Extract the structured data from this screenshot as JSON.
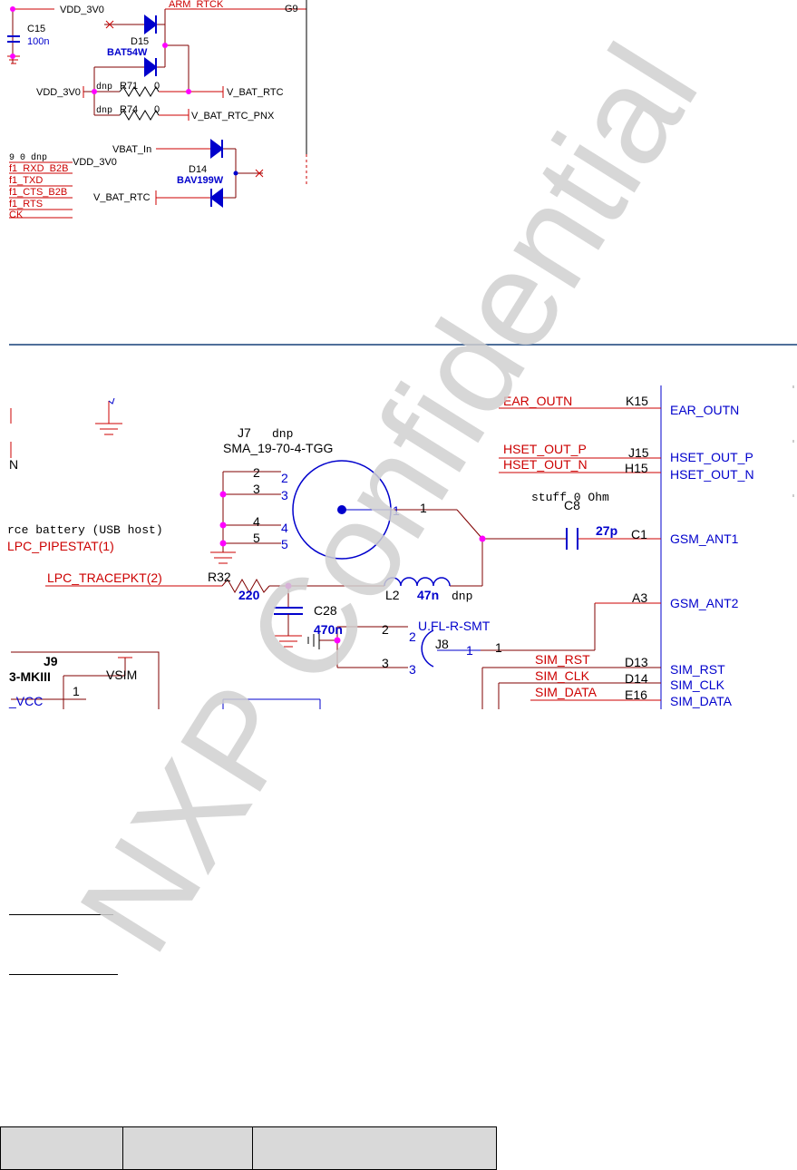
{
  "watermark": {
    "text": "NXP Confidential",
    "color": "#d0d0d0"
  },
  "colors": {
    "wire_red": "#cc0000",
    "wire_dark": "#800000",
    "part_blue": "#0000cc",
    "node_magenta": "#ff00ff",
    "divider": "#4f6f9a",
    "table_fill": "#d9d9d9"
  },
  "schematic_top": {
    "net_vdd_top": "VDD_3V0",
    "c15_ref": "C15",
    "c15_val": "100n",
    "net_arm_rtck": "ARM_RTCK",
    "pin_g9": "G9",
    "d15_ref": "D15",
    "d15_part": "BAT54W",
    "net_vdd_mid": "VDD_3V0",
    "r71_dnp": "dnp",
    "r71_ref": "R71",
    "r71_val": "0",
    "net_vbat_rtc": "V_BAT_RTC",
    "r74_dnp": "dnp",
    "r74_ref": "R74",
    "r74_val": "0",
    "net_vbat_rtc_pnx": "V_BAT_RTC_PNX",
    "net_vbat_in": "VBAT_In",
    "left_label_0": "9  0 dnp",
    "net_vdd_low": "VDD_3V0",
    "left_label_1": "f1_RXD_B2B",
    "left_label_2": "f1_TXD",
    "left_label_3": "f1_CTS_B2B",
    "left_label_4": "f1_RTS",
    "left_label_5": "CK",
    "d14_ref": "D14",
    "d14_part": "BAV199W",
    "net_vbat_rtc_low": "V_BAT_RTC"
  },
  "schematic_bottom": {
    "ear_net": "EAR_OUTN",
    "ear_pin": "K15",
    "ear_port": "EAR_OUTN",
    "left_n": "N",
    "j7_ref": "J7",
    "j7_dnp": "dnp",
    "j7_part": "SMA_19-70-4-TGG",
    "hset_p_net": "HSET_OUT_P",
    "hset_p_pin": "J15",
    "hset_p_port": "HSET_OUT_P",
    "hset_n_net": "HSET_OUT_N",
    "hset_n_pin": "H15",
    "hset_n_port": "HSET_OUT_N",
    "j7_pin_2": "2",
    "j7_pin_3": "3",
    "j7_pin_4": "4",
    "j7_pin_5": "5",
    "j7_pin_2b": "2",
    "j7_pin_3b": "3",
    "j7_pin_4b": "4",
    "j7_pin_5b": "5",
    "j7_pin_1a": "1",
    "j7_pin_1b": "1",
    "stuff_note": "stuff 0 Ohm",
    "c8_ref": "C8",
    "c8_val": "27p",
    "c1_pin": "C1",
    "gsm_ant1": "GSM_ANT1",
    "source_note": "rce battery (USB host)",
    "pipestat": "LPC_PIPESTAT(1)",
    "tracepkt": "LPC_TRACEPKT(2)",
    "r32_ref": "R32",
    "r32_val": "220",
    "l2_ref": "L2",
    "l2_val": "47n",
    "l2_dnp": "dnp",
    "a3_pin": "A3",
    "gsm_ant2": "GSM_ANT2",
    "c28_ref": "C28",
    "c28_val": "470n",
    "j8_part": "U.FL-R-SMT",
    "j8_ref": "J8",
    "j8_pin_2": "2",
    "j8_pin_2b": "2",
    "j8_pin_1": "1",
    "j8_pin_1b": "1",
    "j8_pin_3": "3",
    "j8_pin_3b": "3",
    "j9_ref": "J9",
    "j9_part": "3-MKIII",
    "vsim": "VSIM",
    "vcc_label": "_VCC",
    "j9_pin_1": "1",
    "sim_rst_net": "SIM_RST",
    "sim_rst_pin": "D13",
    "sim_rst_port": "SIM_RST",
    "sim_clk_net": "SIM_CLK",
    "sim_clk_pin": "D14",
    "sim_clk_port": "SIM_CLK",
    "sim_data_net": "SIM_DATA",
    "sim_data_pin": "E16",
    "sim_data_port": "SIM_DATA"
  },
  "header_table": {
    "columns": 3,
    "cells": [
      "",
      "",
      ""
    ]
  }
}
